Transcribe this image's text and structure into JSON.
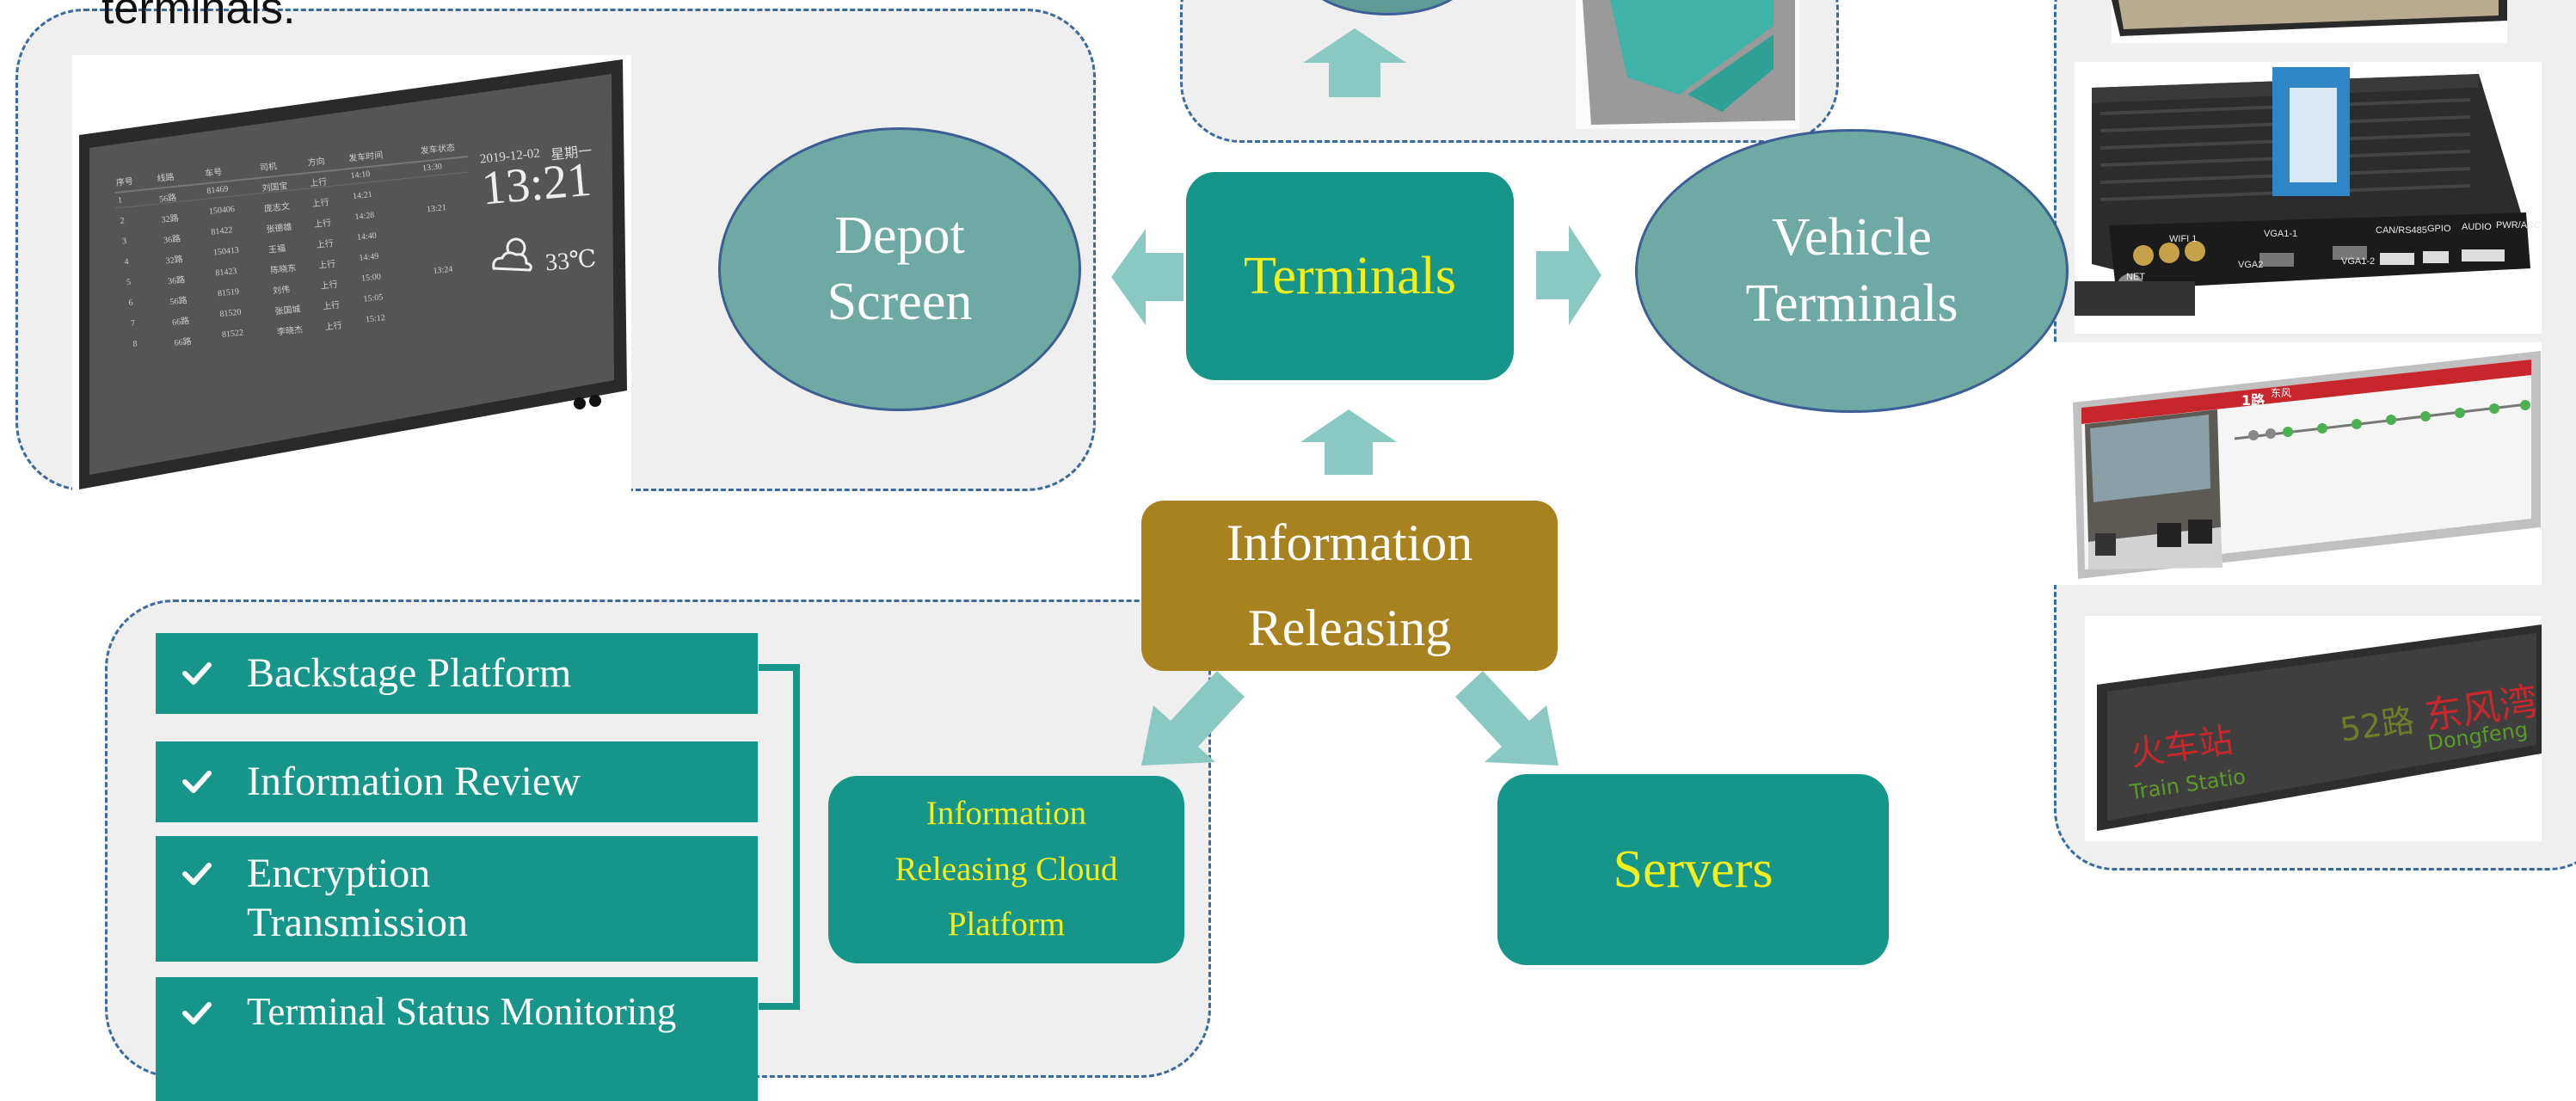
{
  "caption": "terminals.",
  "center": {
    "label_line1": "Information",
    "label_line2": "Releasing"
  },
  "terminals": {
    "label": "Terminals"
  },
  "depot": {
    "line1": "Depot",
    "line2": "Screen"
  },
  "vehicle": {
    "line1": "Vehicle",
    "line2": "Terminals"
  },
  "cloud": {
    "line1": "Information",
    "line2": "Releasing Cloud",
    "line3": "Platform"
  },
  "servers": {
    "label": "Servers"
  },
  "features": [
    {
      "line1": "Backstage Platform",
      "line2": ""
    },
    {
      "line1": "Information Review",
      "line2": ""
    },
    {
      "line1": "Encryption",
      "line2": "Transmission"
    },
    {
      "line1": "Terminal Status  Monitoring",
      "line2": ""
    }
  ],
  "depot_screen_image": {
    "date": "2019-12-02",
    "weekday": "星期一",
    "time": "13:21",
    "temperature": "33℃",
    "headers": [
      "序号",
      "线路",
      "车号",
      "司机",
      "方向",
      "发车时间",
      "发车状态"
    ],
    "rows": [
      [
        "1",
        "56路",
        "81469",
        "刘国宝",
        "上行",
        "14:10",
        "13:30"
      ],
      [
        "2",
        "32路",
        "150406",
        "庞志文",
        "上行",
        "14:21",
        ""
      ],
      [
        "3",
        "36路",
        "81422",
        "张德雄",
        "上行",
        "14:28",
        "13:21"
      ],
      [
        "4",
        "32路",
        "150413",
        "王福",
        "上行",
        "14:40",
        ""
      ],
      [
        "5",
        "36路",
        "81423",
        "陈晓东",
        "上行",
        "14:49",
        ""
      ],
      [
        "6",
        "56路",
        "81519",
        "刘伟",
        "上行",
        "15:00",
        "13:24"
      ],
      [
        "7",
        "66路",
        "81520",
        "张国城",
        "上行",
        "15:05",
        ""
      ],
      [
        "8",
        "66路",
        "81522",
        "李晓杰",
        "上行",
        "15:12",
        ""
      ]
    ]
  },
  "vehicle_box_image": {
    "labels": [
      "WIFI 1",
      "VGA1-1",
      "CAN/RS485",
      "GPIO",
      "AUDIO",
      "PWR/ACC",
      "NET",
      "VGA2",
      "VGA1-2"
    ]
  },
  "route_display_image": {
    "line": "1路",
    "brand": "东风"
  },
  "led_sign_image": {
    "station_cn": "火车站",
    "route": "52路",
    "dest_cn": "东风湾",
    "station_en": "Train Statio",
    "dest_en": "Dongfeng"
  },
  "colors": {
    "teal": "#16958a",
    "ellipse": "#6fa9a3",
    "gold": "#a8821e",
    "arrow": "#89c9c1",
    "panel": "#efefef",
    "dash": "#3b6a9e",
    "highlight_text": "#f3ee1e"
  }
}
